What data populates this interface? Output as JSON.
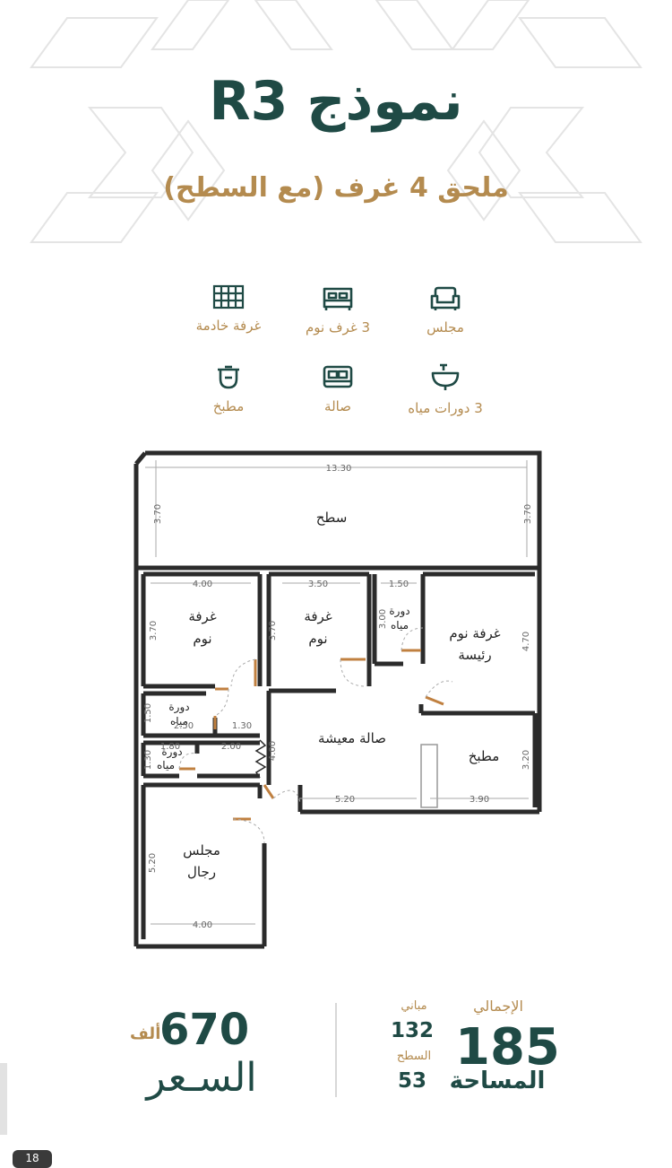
{
  "header": {
    "title": "نموذج R3",
    "subtitle": "ملحق 4 غرف (مع السطح)"
  },
  "features": [
    {
      "icon": "sofa-icon",
      "label": "مجلس"
    },
    {
      "icon": "bed-icon",
      "label": "3 غرف نوم"
    },
    {
      "icon": "grid-window-icon",
      "label": "غرفة خادمة"
    },
    {
      "icon": "sink-icon",
      "label": "3 دورات مياه"
    },
    {
      "icon": "couch-icon",
      "label": "صالة"
    },
    {
      "icon": "stove-icon",
      "label": "مطبخ"
    }
  ],
  "floor_plan": {
    "rooms": {
      "roof": "سطح",
      "bedroom1_a": "غرفة",
      "bedroom1_b": "نوم",
      "bedroom2_a": "غرفة",
      "bedroom2_b": "نوم",
      "master_a": "غرفة نوم",
      "master_b": "رئيسة",
      "wc_top_a": "دورة",
      "wc_top_b": "مياه",
      "wc_mid_a": "دورة",
      "wc_mid_b": "مياه",
      "wc_low_a": "دورة",
      "wc_low_b": "مياه",
      "living": "صالة معيشة",
      "kitchen": "مطبخ",
      "majlis_a": "مجلس",
      "majlis_b": "رجال"
    },
    "dims": {
      "roof_w": "13.30",
      "roof_h_left": "3.70",
      "roof_h_right": "3.70",
      "bed1_w": "4.00",
      "bed1_h": "3.70",
      "bed2_w": "3.50",
      "bed2_h": "3.70",
      "wc_top_w": "1.50",
      "wc_top_h": "3.00",
      "master_h": "4.70",
      "wc_mid_h": "1.50",
      "wc_mid_w": "2.50",
      "wc_mid_w2": "1.30",
      "wc_low_w": "1.80",
      "wc_low_w2": "2.00",
      "wc_low_h": "1.30",
      "living_w": "5.20",
      "living_h": "4.00",
      "kitchen_w": "3.90",
      "kitchen_h": "3.20",
      "majlis_w": "4.00",
      "majlis_h": "5.20"
    }
  },
  "area": {
    "total_label": "الإجمالي",
    "total_value": "185",
    "area_label": "المساحة",
    "building_label": "مباني",
    "building_value": "132",
    "roof_label": "السطح",
    "roof_value": "53"
  },
  "price": {
    "value": "670",
    "unit": "ألف",
    "label": "السـعر"
  },
  "page": {
    "number": "18"
  },
  "colors": {
    "primary": "#1f4a45",
    "accent": "#b48b4f",
    "door": "#c08040"
  }
}
